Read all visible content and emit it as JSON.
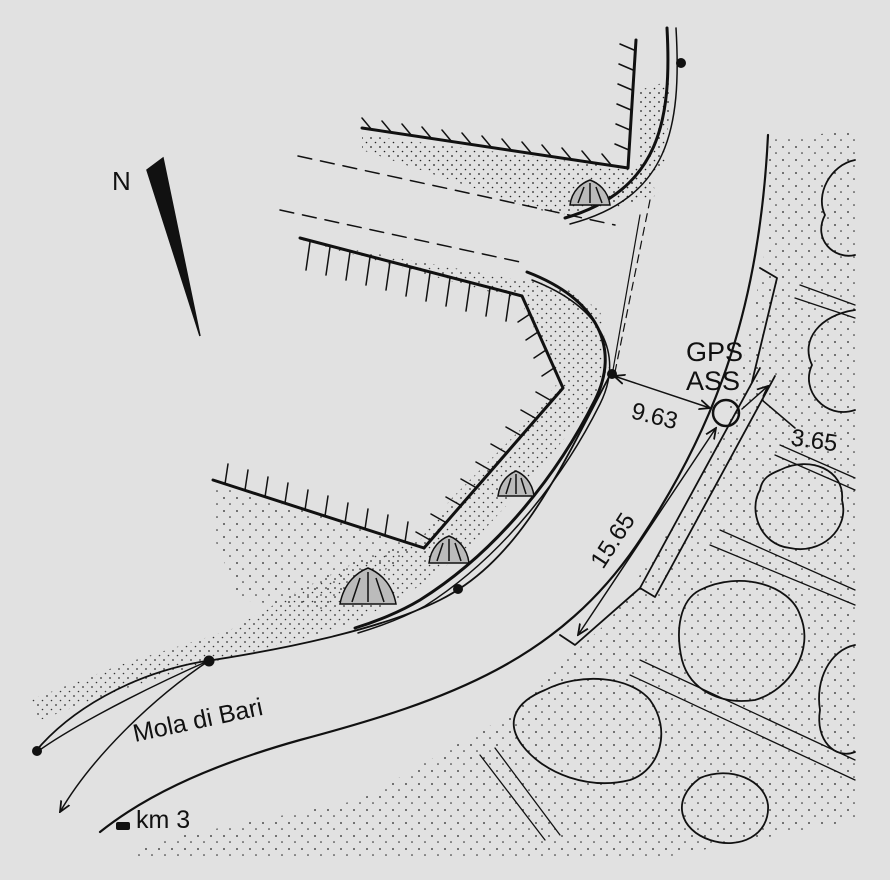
{
  "north_label": "N",
  "station": {
    "line1": "GPS",
    "line2": "ASS"
  },
  "distances": {
    "to_wall_corner": "9.63",
    "to_road_edge": "3.65",
    "along_road": "15.65"
  },
  "place_label": "Mola di Bari",
  "km_marker": "km 3"
}
